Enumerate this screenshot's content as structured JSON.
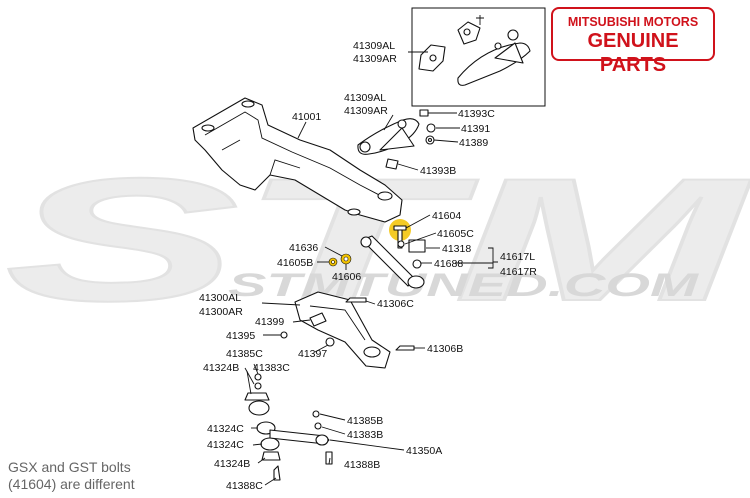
{
  "badge": {
    "line1": "MITSUBISHI MOTORS",
    "line2": "GENUINE PARTS"
  },
  "watermark": {
    "logo_text": "STM",
    "site_text": "STMTUNED.COM"
  },
  "note": {
    "line1": "GSX and GST bolts",
    "line2": "(41604) are different"
  },
  "colors": {
    "badge_red": "#d0121b",
    "highlight": "#f2c200",
    "watermark": "#e8e8e8"
  },
  "labels": {
    "l41309al_a": "41309AL",
    "l41309ar_a": "41309AR",
    "l41309al_b": "41309AL",
    "l41309ar_b": "41309AR",
    "l41001": "41001",
    "l41393c": "41393C",
    "l41391": "41391",
    "l41389": "41389",
    "l41393b": "41393B",
    "l41604": "41604",
    "l41605c": "41605C",
    "l41318": "41318",
    "l41688": "41688",
    "l41617l": "41617L",
    "l41617r": "41617R",
    "l41636": "41636",
    "l41605b": "41605B",
    "l41606": "41606",
    "l41300al": "41300AL",
    "l41300ar": "41300AR",
    "l41306c": "41306C",
    "l41399": "41399",
    "l41395": "41395",
    "l41397": "41397",
    "l41306b": "41306B",
    "l41385c": "41385C",
    "l41324b_a": "41324B",
    "l41383c": "41383C",
    "l41385b": "41385B",
    "l41324c_a": "41324C",
    "l41383b": "41383B",
    "l41324c_b": "41324C",
    "l41350a": "41350A",
    "l41324b_b": "41324B",
    "l41388b": "41388B",
    "l41388c": "41388C"
  }
}
